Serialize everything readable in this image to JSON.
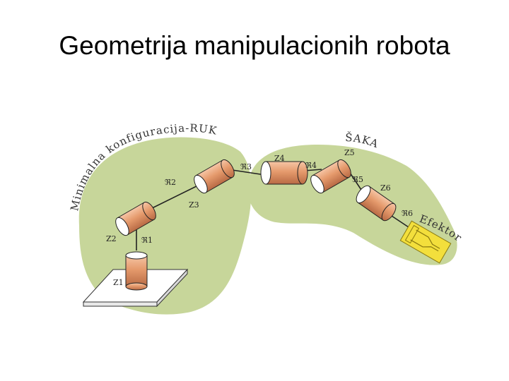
{
  "slide": {
    "title": "Geometrija manipulacionih robota"
  },
  "diagram": {
    "regions": {
      "arm_label": "Minimalna konfiguracija-RUKA",
      "wrist_label": "ŠAKA",
      "effector_label": "Efektor"
    },
    "axes": {
      "z1": "Z1",
      "z2": "Z2",
      "z3": "Z3",
      "z4": "Z4",
      "z5": "Z5",
      "z6": "Z6"
    },
    "joints": {
      "r1": "ℜ1",
      "r2": "ℜ2",
      "r3": "ℜ3",
      "r4": "ℜ4",
      "r5": "ℜ5",
      "r6": "ℜ6"
    },
    "colors": {
      "region_fill": "#c7d69a",
      "cylinder": "#e59a6c",
      "cylinder_dark": "#c8784f",
      "effector": "#f3df3c",
      "base_plate": "#ffffff"
    }
  }
}
